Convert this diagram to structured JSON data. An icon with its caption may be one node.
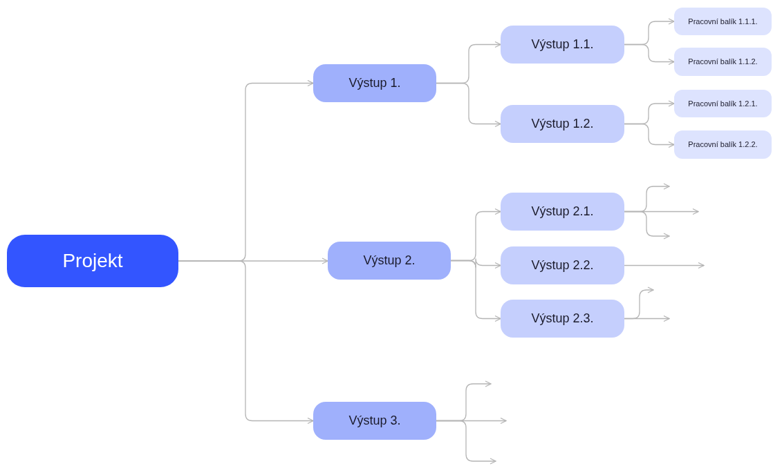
{
  "diagram": {
    "nodes": [
      {
        "text": [
          "Projekt"
        ]
      },
      {
        "text": [
          "Výstup 1."
        ]
      },
      {
        "text": [
          "Výstup 1.1."
        ]
      },
      {
        "text": [
          "Pracovní balík 1.1.1."
        ]
      },
      {
        "text": [
          "Pracovní balík 1.1.2."
        ]
      },
      {
        "text": [
          "Výstup 1.2."
        ]
      },
      {
        "text": [
          "Pracovní balík 1.2.1."
        ]
      },
      {
        "text": [
          "Pracovní balík 1.2.2."
        ]
      },
      {
        "text": [
          "Výstup 2."
        ]
      },
      {
        "text": [
          "Výstup 2.1."
        ]
      },
      {
        "text": [
          "Výstup 2.2."
        ]
      },
      {
        "text": [
          "Výstup 2.3."
        ]
      },
      {
        "text": [
          "Výstup 3."
        ]
      }
    ],
    "edges": [
      {
        "from": 0,
        "to": 1,
        "arrow": "to"
      },
      {
        "from": 0,
        "to": 8,
        "arrow": "to"
      },
      {
        "from": 0,
        "to": 12,
        "arrow": "to"
      },
      {
        "from": 1,
        "to": 2,
        "arrow": "to"
      },
      {
        "from": 1,
        "to": 5,
        "arrow": "to"
      },
      {
        "from": 2,
        "to": 3,
        "arrow": "to"
      },
      {
        "from": 2,
        "to": 4,
        "arrow": "to"
      },
      {
        "from": 5,
        "to": 6,
        "arrow": "to"
      },
      {
        "from": 5,
        "to": 7,
        "arrow": "to"
      },
      {
        "from": 8,
        "to": 9,
        "arrow": "to"
      },
      {
        "from": 8,
        "to": 10,
        "arrow": "to"
      },
      {
        "from": 8,
        "to": 11,
        "arrow": "to"
      },
      {
        "from": 9,
        "to": null,
        "arrow": "to"
      },
      {
        "from": 9,
        "to": null,
        "arrow": "to"
      },
      {
        "from": 9,
        "to": null,
        "arrow": "to"
      },
      {
        "from": 10,
        "to": null,
        "arrow": "to"
      },
      {
        "from": 11,
        "to": null,
        "arrow": "to"
      },
      {
        "from": 11,
        "to": null,
        "arrow": "to"
      },
      {
        "from": 12,
        "to": null,
        "arrow": "to"
      },
      {
        "from": 12,
        "to": null,
        "arrow": "to"
      },
      {
        "from": 12,
        "to": null,
        "arrow": "to"
      }
    ]
  }
}
